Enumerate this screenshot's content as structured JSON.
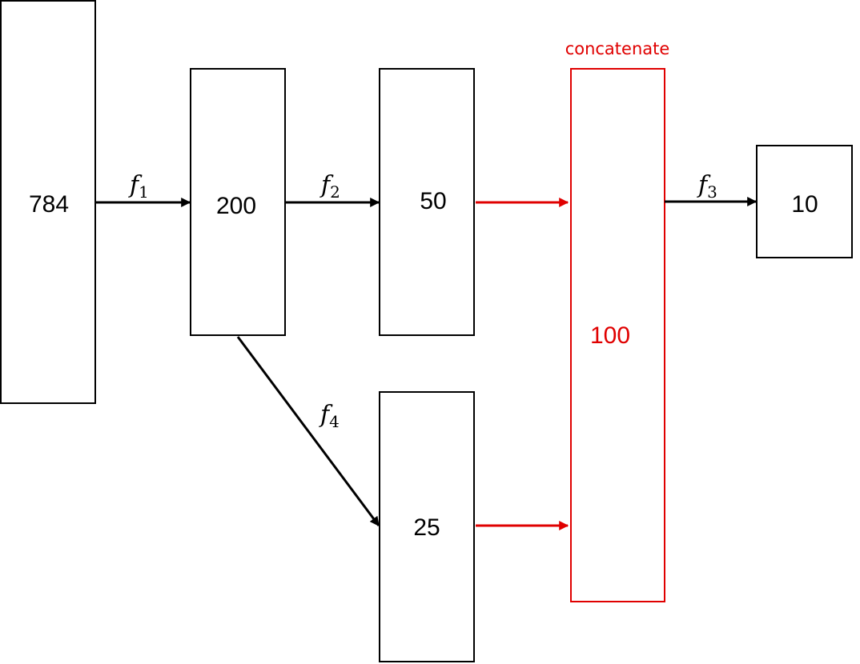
{
  "colors": {
    "black": "#000000",
    "red": "#e00000",
    "background": "#ffffff"
  },
  "boxes": {
    "input": "784",
    "hidden_1": "200",
    "hidden_2": "50",
    "hidden_3": "25",
    "concat": "100",
    "output": "10"
  },
  "functions": {
    "f1": {
      "base": "f",
      "sub": "1"
    },
    "f2": {
      "base": "f",
      "sub": "2"
    },
    "f3": {
      "base": "f",
      "sub": "3"
    },
    "f4": {
      "base": "f",
      "sub": "4"
    }
  },
  "concat_note": "concatenate"
}
